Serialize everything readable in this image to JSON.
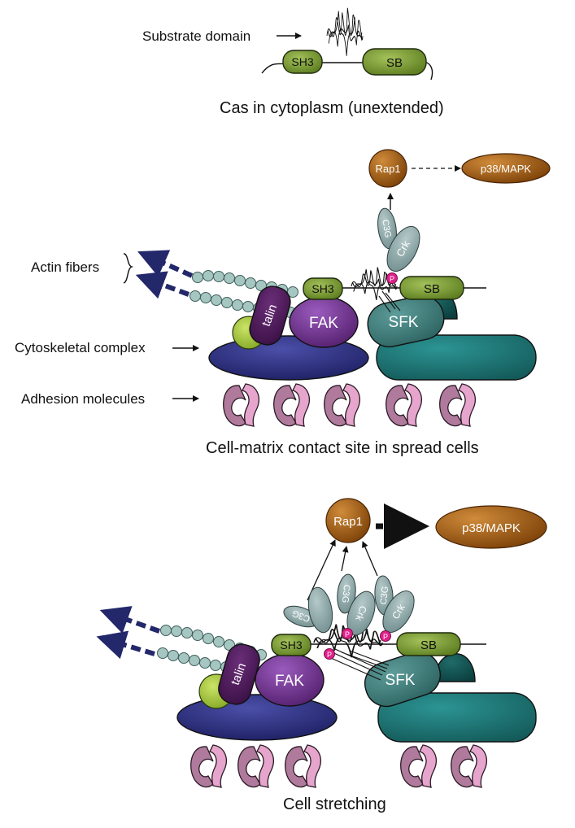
{
  "panel1": {
    "label_substrate": "Substrate domain",
    "sh3": "SH3",
    "sb": "SB",
    "caption": "Cas in cytoplasm (unextended)"
  },
  "panel2": {
    "label_actin": "Actin fibers",
    "label_cytoskeletal": "Cytoskeletal complex",
    "label_adhesion": "Adhesion molecules",
    "rap1": "Rap1",
    "p38": "p38/MAPK",
    "c3g": "C3G",
    "crk": "Crk",
    "p": "P",
    "sh3": "SH3",
    "sb": "SB",
    "talin": "talin",
    "fak": "FAK",
    "sfk": "SFK",
    "caption": "Cell-matrix contact site in spread cells"
  },
  "panel3": {
    "rap1": "Rap1",
    "p38": "p38/MAPK",
    "c3g": "C3G",
    "crk": "Crk",
    "p": "P",
    "sh3": "SH3",
    "sb": "SB",
    "talin": "talin",
    "fak": "FAK",
    "sfk": "SFK",
    "caption": "Cell stretching"
  },
  "colors": {
    "green_domain": "#6b8f2a",
    "rap1_brown": "#9a5a14",
    "fak_purple": "#6b2d8e",
    "talin_purple": "#4a1a55",
    "cytoskeletal_navy": "#2b2d7a",
    "teal": "#1c7372",
    "sfk_teal": "#3c7a78",
    "adhesion_mauve": "#b07a9c",
    "adhesion_pink": "#e6a5cc",
    "phospho_pink": "#e0218a",
    "actin_bead": "#a6c6c2",
    "arrow_navy": "#23286b",
    "lime": "#9dc23a",
    "crk_grey": "#8fa7a8"
  }
}
